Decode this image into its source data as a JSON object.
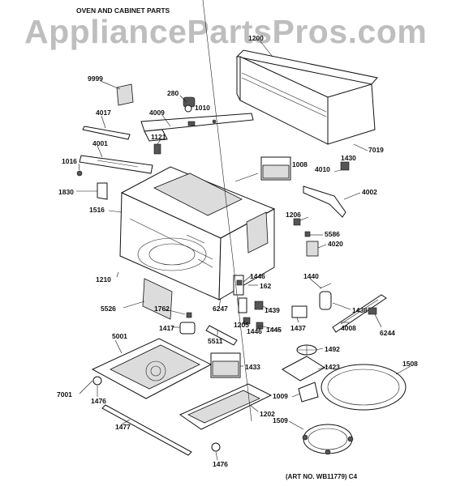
{
  "diagram": {
    "title": "OVEN AND CABINET PARTS",
    "watermark": "AppliancePartsPros.com",
    "art_number": "(ART NO. WB11779) C4",
    "callouts": {
      "c1200": "1200",
      "c9999": "9999",
      "c280": "280",
      "c1010": "1010",
      "c4017": "4017",
      "c4009": "4009",
      "c1121": "1121",
      "c7019": "7019",
      "c4001": "4001",
      "c1430": "1430",
      "c4010": "4010",
      "c1008": "1008",
      "c1016": "1016",
      "c4002": "4002",
      "c1830": "1830",
      "c1516": "1516",
      "c1206": "1206",
      "c5586": "5586",
      "c4020": "4020",
      "c1210": "1210",
      "c1446a": "1446",
      "c162": "162",
      "c1440": "1440",
      "c5526": "5526",
      "c1762": "1762",
      "c6247": "6247",
      "c1439": "1439",
      "c1438": "1438",
      "c1205": "1205",
      "c1417": "1417",
      "c1446b": "1446",
      "c1445": "1445",
      "c1437": "1437",
      "c4008": "4008",
      "c6244": "6244",
      "c5511": "5511",
      "c5001": "5001",
      "c1492": "1492",
      "c1433": "1433",
      "c1423": "1423",
      "c1508": "1508",
      "c7001": "7001",
      "c1476a": "1476",
      "c1009": "1009",
      "c1202": "1202",
      "c1477": "1477",
      "c1509": "1509",
      "c1476b": "1476"
    }
  }
}
